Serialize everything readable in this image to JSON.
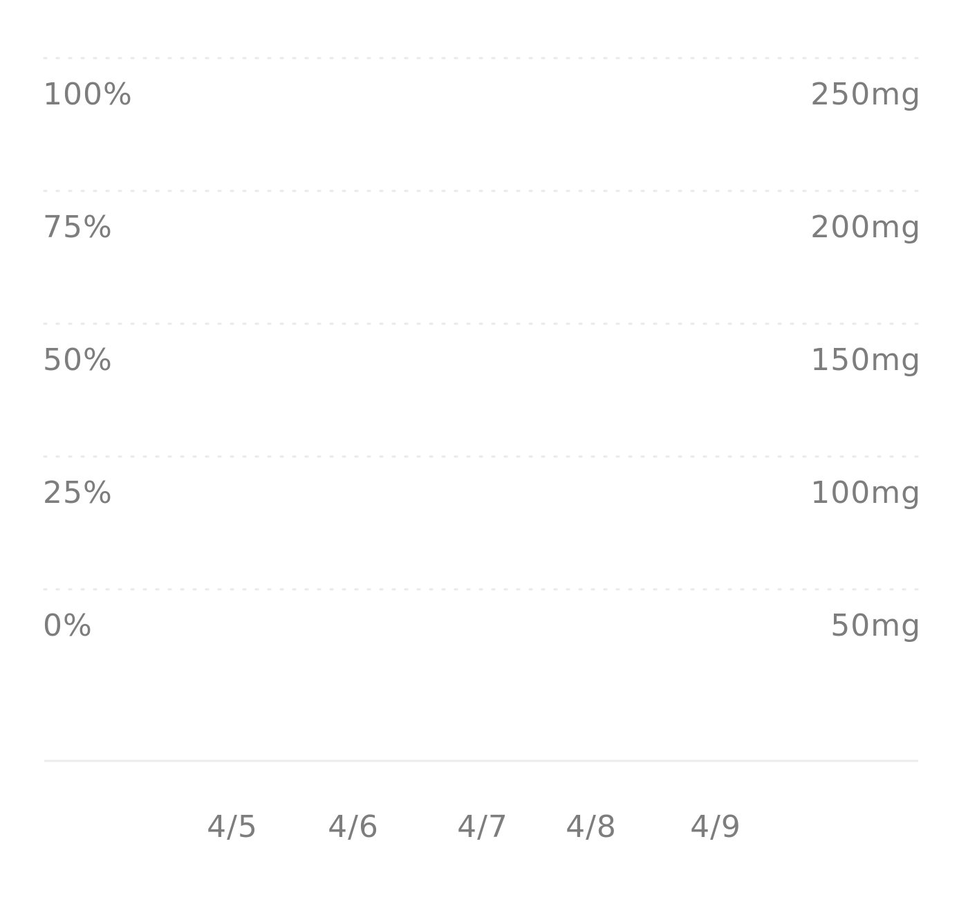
{
  "colors": {
    "text": "#7d7d7d",
    "grid": "#e9e9e9",
    "axis": "#ececec",
    "background": "#ffffff"
  },
  "chart_data": {
    "type": "line",
    "title": "",
    "xlabel": "",
    "ylabel": "",
    "categories": [
      "4/5",
      "4/6",
      "4/7",
      "4/8",
      "4/9"
    ],
    "series": [],
    "grid": true,
    "y_left": {
      "ticks": [
        100,
        75,
        50,
        25,
        0
      ],
      "tick_labels": [
        "100%",
        "75%",
        "50%",
        "25%",
        "0%"
      ],
      "ylim": [
        0,
        100
      ]
    },
    "y_right": {
      "ticks": [
        250,
        200,
        150,
        100,
        50
      ],
      "tick_labels": [
        "250mg",
        "200mg",
        "150mg",
        "100mg",
        "50mg"
      ],
      "ylim": [
        50,
        250
      ]
    }
  }
}
